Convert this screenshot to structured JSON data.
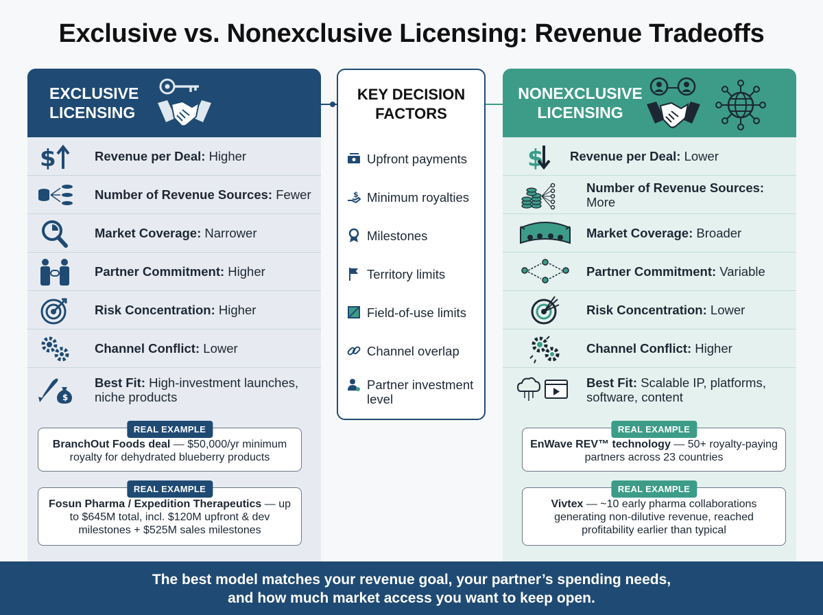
{
  "title": "Exclusive vs. Nonexclusive Licensing: Revenue Tradeoffs",
  "colors": {
    "navy": "#1f4a73",
    "teal": "#3c9c88",
    "dark_text": "#1d2733"
  },
  "left": {
    "title": "EXCLUSIVE\nLICENSING",
    "header_icons": [
      "key-icon",
      "handshake-icon"
    ],
    "rows": [
      {
        "icon": "dollar-up-icon",
        "label": "Revenue per Deal:",
        "value": "Higher"
      },
      {
        "icon": "coins-flow-icon",
        "label": "Number of Revenue Sources:",
        "value": "Fewer"
      },
      {
        "icon": "magnifier-chart-icon",
        "label": "Market Coverage:",
        "value": "Narrower"
      },
      {
        "icon": "partners-link-icon",
        "label": "Partner Commitment:",
        "value": "Higher"
      },
      {
        "icon": "target-icon",
        "label": "Risk Concentration:",
        "value": "Higher"
      },
      {
        "icon": "gears-icon",
        "label": "Channel Conflict:",
        "value": "Lower"
      },
      {
        "icon": "rocket-moneybag-icon",
        "label": "Best Fit:",
        "value": "High-investment launches, niche products"
      }
    ],
    "examples": [
      {
        "tag": "REAL EXAMPLE",
        "bold": "BranchOut Foods deal",
        "text": " — $50,000/yr minimum royalty for dehydrated blueberry products"
      },
      {
        "tag": "REAL EXAMPLE",
        "bold": "Fosun Pharma / Expedition Therapeutics",
        "text": " — up to $645M total, incl. $120M upfront & dev milestones + $525M sales milestones"
      }
    ]
  },
  "center": {
    "title": "KEY DECISION\nFACTORS",
    "factors": [
      {
        "icon": "cash-icon",
        "label": "Upfront payments"
      },
      {
        "icon": "hand-dollar-icon",
        "label": "Minimum royalties"
      },
      {
        "icon": "award-ribbon-icon",
        "label": "Milestones"
      },
      {
        "icon": "flag-icon",
        "label": "Territory limits"
      },
      {
        "icon": "square-field-icon",
        "label": "Field-of-use limits"
      },
      {
        "icon": "link-icon",
        "label": "Channel overlap"
      },
      {
        "icon": "person-gear-icon",
        "label": "Partner investment level"
      }
    ]
  },
  "right": {
    "title": "NONEXCLUSIVE\nLICENSING",
    "header_icons": [
      "network-people-icon",
      "handshake-icon",
      "globe-network-icon"
    ],
    "rows": [
      {
        "icon": "dollar-down-icon",
        "label": "Revenue per Deal:",
        "value": "Lower"
      },
      {
        "icon": "coin-stacks-icon",
        "label": "Number of Revenue Sources:",
        "value": "More"
      },
      {
        "icon": "audience-arc-icon",
        "label": "Market Coverage:",
        "value": "Broader"
      },
      {
        "icon": "people-network-icon",
        "label": "Partner Commitment:",
        "value": "Variable"
      },
      {
        "icon": "target-arrows-icon",
        "label": "Risk Concentration:",
        "value": "Lower"
      },
      {
        "icon": "gears-spark-icon",
        "label": "Channel Conflict:",
        "value": "Higher"
      },
      {
        "icon": "cloud-play-icon",
        "label": "Best Fit:",
        "value": "Scalable IP, platforms, software, content"
      }
    ],
    "examples": [
      {
        "tag": "REAL EXAMPLE",
        "bold": "EnWave REV™ technology",
        "text": " — 50+ royalty-paying partners across 23 countries"
      },
      {
        "tag": "REAL EXAMPLE",
        "bold": "Vivtex",
        "text": " — ~10 early pharma collaborations generating non-dilutive revenue, reached profitability earlier than typical"
      }
    ]
  },
  "footer": "The best model matches your revenue goal, your partner’s spending needs,\nand how much market access you want to keep open."
}
